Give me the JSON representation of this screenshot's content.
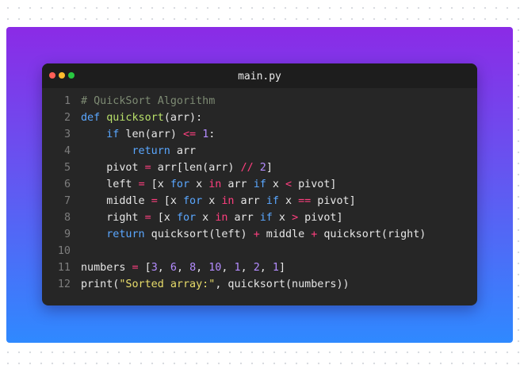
{
  "window": {
    "title": "main.py",
    "traffic_lights": [
      {
        "name": "close",
        "color": "#ff5f57"
      },
      {
        "name": "minimize",
        "color": "#febc2e"
      },
      {
        "name": "maximize",
        "color": "#28c840"
      }
    ]
  },
  "colors": {
    "background_gradient": [
      "#8b2be6",
      "#2f89ff"
    ],
    "editor_bg": "#262626",
    "titlebar_bg": "#1d1d1d",
    "line_number": "#7d7d7d",
    "comment": "#7d8a73",
    "keyword": "#5aa7ff",
    "function": "#b8e06a",
    "number": "#b48cff",
    "operator": "#ff3f7f",
    "string": "#e8dc6a",
    "plain": "#e6e6e6"
  },
  "code": {
    "lines": [
      {
        "number": "1",
        "tokens": [
          {
            "t": "comment",
            "v": "# QuickSort Algorithm"
          }
        ]
      },
      {
        "number": "2",
        "tokens": [
          {
            "t": "keyword",
            "v": "def"
          },
          {
            "t": "plain",
            "v": " "
          },
          {
            "t": "function",
            "v": "quicksort"
          },
          {
            "t": "plain",
            "v": "(arr):"
          }
        ]
      },
      {
        "number": "3",
        "tokens": [
          {
            "t": "plain",
            "v": "    "
          },
          {
            "t": "keyword",
            "v": "if"
          },
          {
            "t": "plain",
            "v": " len(arr) "
          },
          {
            "t": "operator",
            "v": "<="
          },
          {
            "t": "plain",
            "v": " "
          },
          {
            "t": "number",
            "v": "1"
          },
          {
            "t": "plain",
            "v": ":"
          }
        ]
      },
      {
        "number": "4",
        "tokens": [
          {
            "t": "plain",
            "v": "        "
          },
          {
            "t": "keyword",
            "v": "return"
          },
          {
            "t": "plain",
            "v": " arr"
          }
        ]
      },
      {
        "number": "5",
        "tokens": [
          {
            "t": "plain",
            "v": "    pivot "
          },
          {
            "t": "operator",
            "v": "="
          },
          {
            "t": "plain",
            "v": " arr[len(arr) "
          },
          {
            "t": "operator",
            "v": "//"
          },
          {
            "t": "plain",
            "v": " "
          },
          {
            "t": "number",
            "v": "2"
          },
          {
            "t": "plain",
            "v": "]"
          }
        ]
      },
      {
        "number": "6",
        "tokens": [
          {
            "t": "plain",
            "v": "    left "
          },
          {
            "t": "operator",
            "v": "="
          },
          {
            "t": "plain",
            "v": " [x "
          },
          {
            "t": "keyword",
            "v": "for"
          },
          {
            "t": "plain",
            "v": " x "
          },
          {
            "t": "operator",
            "v": "in"
          },
          {
            "t": "plain",
            "v": " arr "
          },
          {
            "t": "keyword",
            "v": "if"
          },
          {
            "t": "plain",
            "v": " x "
          },
          {
            "t": "operator",
            "v": "<"
          },
          {
            "t": "plain",
            "v": " pivot]"
          }
        ]
      },
      {
        "number": "7",
        "tokens": [
          {
            "t": "plain",
            "v": "    middle "
          },
          {
            "t": "operator",
            "v": "="
          },
          {
            "t": "plain",
            "v": " [x "
          },
          {
            "t": "keyword",
            "v": "for"
          },
          {
            "t": "plain",
            "v": " x "
          },
          {
            "t": "operator",
            "v": "in"
          },
          {
            "t": "plain",
            "v": " arr "
          },
          {
            "t": "keyword",
            "v": "if"
          },
          {
            "t": "plain",
            "v": " x "
          },
          {
            "t": "operator",
            "v": "=="
          },
          {
            "t": "plain",
            "v": " pivot]"
          }
        ]
      },
      {
        "number": "8",
        "tokens": [
          {
            "t": "plain",
            "v": "    right "
          },
          {
            "t": "operator",
            "v": "="
          },
          {
            "t": "plain",
            "v": " [x "
          },
          {
            "t": "keyword",
            "v": "for"
          },
          {
            "t": "plain",
            "v": " x "
          },
          {
            "t": "operator",
            "v": "in"
          },
          {
            "t": "plain",
            "v": " arr "
          },
          {
            "t": "keyword",
            "v": "if"
          },
          {
            "t": "plain",
            "v": " x "
          },
          {
            "t": "operator",
            "v": ">"
          },
          {
            "t": "plain",
            "v": " pivot]"
          }
        ]
      },
      {
        "number": "9",
        "tokens": [
          {
            "t": "plain",
            "v": "    "
          },
          {
            "t": "keyword",
            "v": "return"
          },
          {
            "t": "plain",
            "v": " quicksort(left) "
          },
          {
            "t": "operator",
            "v": "+"
          },
          {
            "t": "plain",
            "v": " middle "
          },
          {
            "t": "operator",
            "v": "+"
          },
          {
            "t": "plain",
            "v": " quicksort(right)"
          }
        ]
      },
      {
        "number": "10",
        "tokens": []
      },
      {
        "number": "11",
        "tokens": [
          {
            "t": "plain",
            "v": "numbers "
          },
          {
            "t": "operator",
            "v": "="
          },
          {
            "t": "plain",
            "v": " ["
          },
          {
            "t": "number",
            "v": "3"
          },
          {
            "t": "plain",
            "v": ", "
          },
          {
            "t": "number",
            "v": "6"
          },
          {
            "t": "plain",
            "v": ", "
          },
          {
            "t": "number",
            "v": "8"
          },
          {
            "t": "plain",
            "v": ", "
          },
          {
            "t": "number",
            "v": "10"
          },
          {
            "t": "plain",
            "v": ", "
          },
          {
            "t": "number",
            "v": "1"
          },
          {
            "t": "plain",
            "v": ", "
          },
          {
            "t": "number",
            "v": "2"
          },
          {
            "t": "plain",
            "v": ", "
          },
          {
            "t": "number",
            "v": "1"
          },
          {
            "t": "plain",
            "v": "]"
          }
        ]
      },
      {
        "number": "12",
        "tokens": [
          {
            "t": "plain",
            "v": "print("
          },
          {
            "t": "string",
            "v": "\"Sorted array:\""
          },
          {
            "t": "plain",
            "v": ", quicksort(numbers))"
          }
        ]
      }
    ]
  }
}
